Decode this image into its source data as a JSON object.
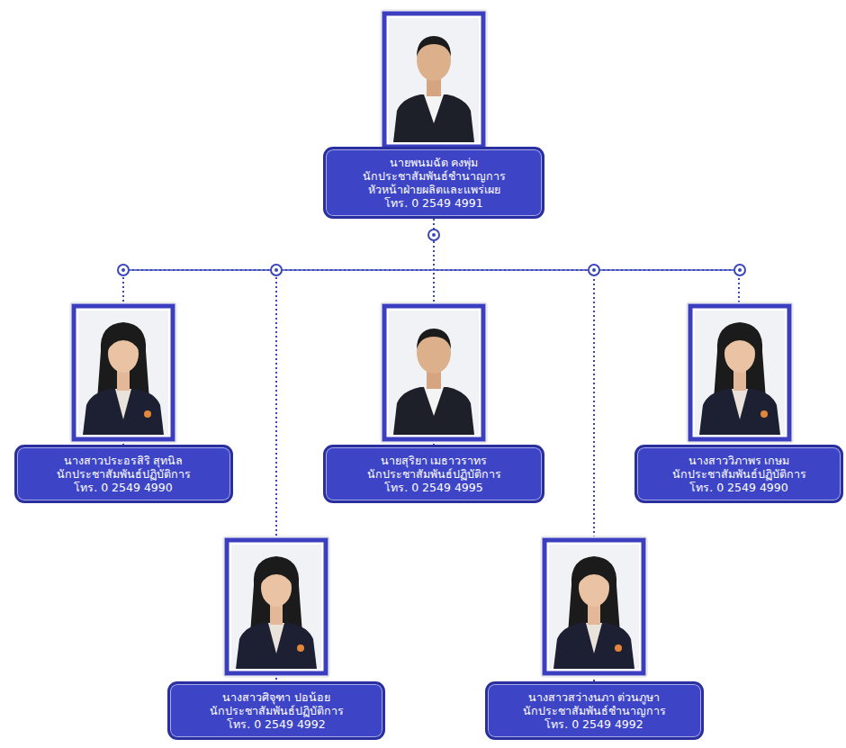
{
  "diagram": {
    "nodes": [
      {
        "text": [
          "นายพนมฉัต คงพุ่ม",
          "นักประชาสัมพันธ์ชำนาญการ",
          "หัวหน้าฝ่ายผลิตและแพร่เผย",
          "โทร. 0 2549 4991"
        ]
      },
      {
        "text": [
          "นางสาวประอรสิริ สุทนิล",
          "นักประชาสัมพันธ์ปฏิบัติการ",
          "โทร. 0 2549 4990"
        ]
      },
      {
        "text": [
          "นายสุริยา เมธาวราทร",
          "นักประชาสัมพันธ์ปฏิบัติการ",
          "โทร. 0 2549 4995"
        ]
      },
      {
        "text": [
          "นางสาววิภาพร เกษม",
          "นักประชาสัมพันธ์ปฏิบัติการ",
          "โทร. 0 2549 4990"
        ]
      },
      {
        "text": [
          "นางสาวศิจุฑา ปอน้อย",
          "นักประชาสัมพันธ์ปฏิบัติการ",
          "โทร. 0 2549 4992"
        ]
      },
      {
        "text": [
          "นางสาวสว่างนภา ต่วนภูษา",
          "นักประชาสัมพันธ์ชำนาญการ",
          "โทร. 0 2549 4992"
        ]
      }
    ],
    "edges": [
      {
        "from": 0,
        "to": 1,
        "arrow": "none"
      },
      {
        "from": 0,
        "to": 2,
        "arrow": "none"
      },
      {
        "from": 0,
        "to": 3,
        "arrow": "none"
      },
      {
        "from": 0,
        "to": 4,
        "arrow": "none"
      },
      {
        "from": 0,
        "to": 5,
        "arrow": "none"
      }
    ]
  }
}
